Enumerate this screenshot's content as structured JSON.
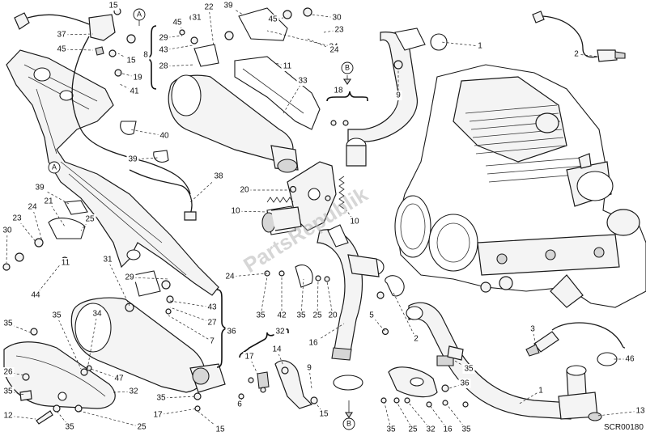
{
  "diagram_code": "SCR00180",
  "watermark": "PartsRepublik",
  "callouts": [
    "15",
    "45",
    "37",
    "45",
    "15",
    "19",
    "41",
    "29",
    "43",
    "8",
    "28",
    "31",
    "22",
    "39",
    "45",
    "24",
    "30",
    "23",
    "24",
    "11",
    "33",
    "1",
    "2",
    "9",
    "18",
    "40",
    "39",
    "38",
    "20",
    "10",
    "10",
    "39",
    "21",
    "23",
    "24",
    "30",
    "25",
    "11",
    "44",
    "24",
    "31",
    "29",
    "43",
    "27",
    "7",
    "36",
    "35",
    "42",
    "35",
    "25",
    "20",
    "5",
    "16",
    "2",
    "3",
    "1",
    "46",
    "35",
    "35",
    "34",
    "47",
    "26",
    "35",
    "12",
    "35",
    "32",
    "25",
    "35",
    "17",
    "15",
    "17",
    "6",
    "14",
    "32",
    "9",
    "36",
    "35",
    "13",
    "35",
    "25",
    "32",
    "16",
    "35",
    "15"
  ],
  "refs": {
    "a_label": "A",
    "b_label": "B"
  }
}
